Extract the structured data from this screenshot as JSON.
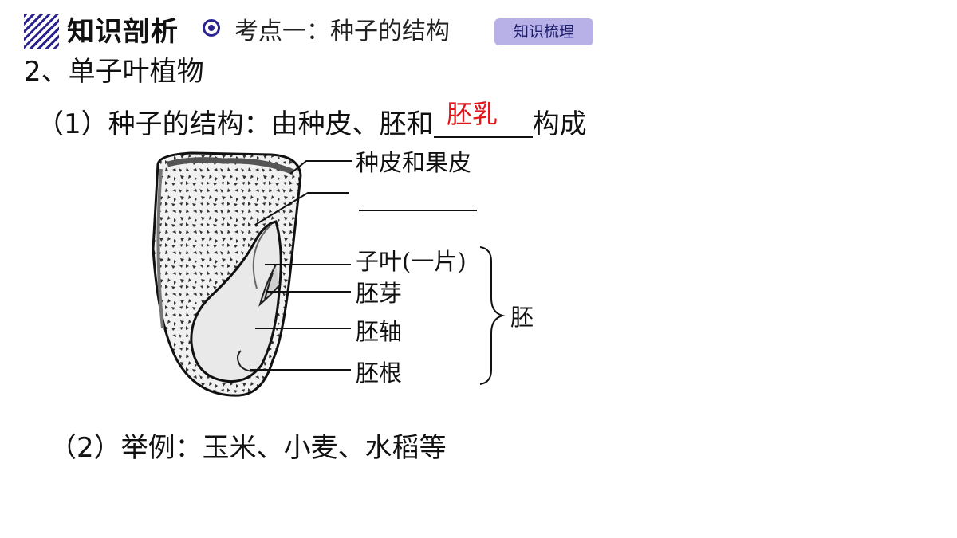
{
  "header": {
    "section_title": "知识剖析",
    "topic": "考点一：种子的结构",
    "badge": "知识梳理"
  },
  "content": {
    "heading": "2、单子叶植物",
    "structure_prefix": "（1）种子的结构：由种皮、胚和",
    "structure_answer": "胚乳",
    "structure_suffix": "构成",
    "example": "（2）举例：玉米、小麦、水稻等"
  },
  "diagram": {
    "labels": {
      "seed_coat": "种皮和果皮",
      "cotyledon": "子叶(一片)",
      "plumule": "胚芽",
      "hypocotyl": "胚轴",
      "radicle": "胚根",
      "embryo": "胚"
    }
  }
}
